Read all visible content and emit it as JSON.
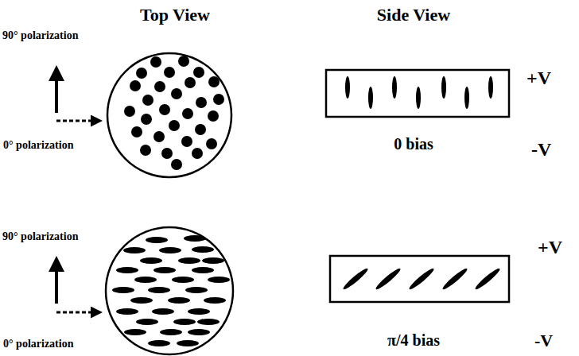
{
  "diagram": {
    "labels": [
      "Top View",
      "Side View",
      "90° polarization",
      "+V",
      "0° polarization",
      "0 bias",
      "-V",
      "90° polarization",
      "+V",
      "0° polarization",
      "π/4 bias",
      "-V"
    ]
  }
}
